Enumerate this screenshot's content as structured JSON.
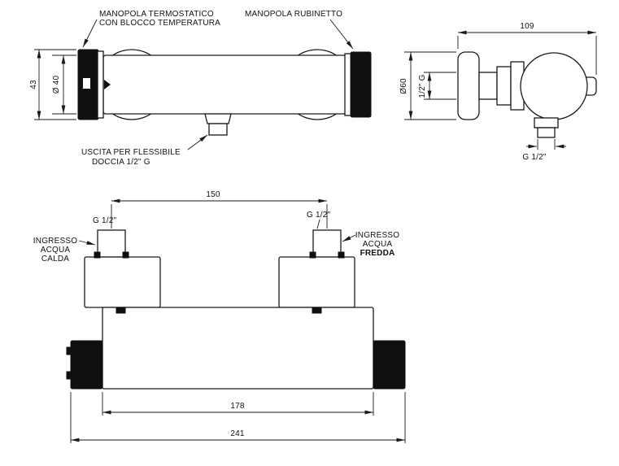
{
  "front_view": {
    "label_thermostatic_handle_line1": "MANOPOLA TERMOSTATICO",
    "label_thermostatic_handle_line2": "CON BLOCCO TEMPERATURA",
    "label_tap_handle": "MANOPOLA RUBINETTO",
    "label_shower_outlet_line1": "USCITA PER FLESSIBILE",
    "label_shower_outlet_line2": "DOCCIA 1/2\" G",
    "dim_handle_diameter": "43",
    "dim_body_diameter": "Ø 40"
  },
  "side_view": {
    "dim_depth": "109",
    "dim_flange_diameter": "Ø60",
    "dim_inlet_thread": "1/2\" G",
    "dim_outlet_thread": "G 1/2\""
  },
  "plan_view": {
    "dim_inlet_spacing": "150",
    "label_inlet_left_thread": "G 1/2\"",
    "label_inlet_right_thread": "G 1/2\"",
    "label_hot_inlet_line1": "INGRESSO",
    "label_hot_inlet_line2": "ACQUA",
    "label_hot_inlet_line3": "CALDA",
    "label_cold_inlet_line1": "INGRESSO",
    "label_cold_inlet_line2": "ACQUA",
    "label_cold_inlet_line3": "FREDDA",
    "dim_body_length": "178",
    "dim_total_length": "241"
  },
  "colors": {
    "line_color": "#1a1a1a",
    "part_fill_dark": "#101010",
    "background": "#ffffff"
  }
}
